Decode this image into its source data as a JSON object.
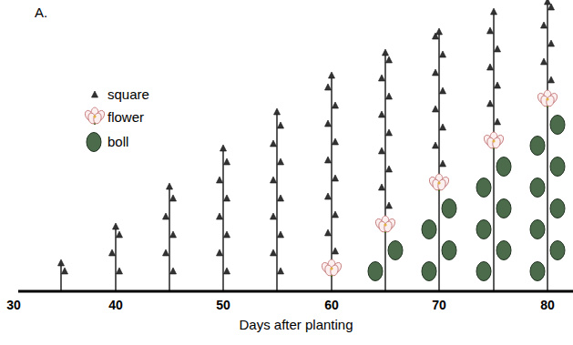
{
  "diagram": {
    "labels": [
      "A.",
      "30",
      "40",
      "50",
      "60",
      "70",
      "80",
      "Days after planting"
    ],
    "legend": [
      {
        "text": "square"
      },
      {
        "text": "flower"
      },
      {
        "text": "boll"
      }
    ]
  }
}
